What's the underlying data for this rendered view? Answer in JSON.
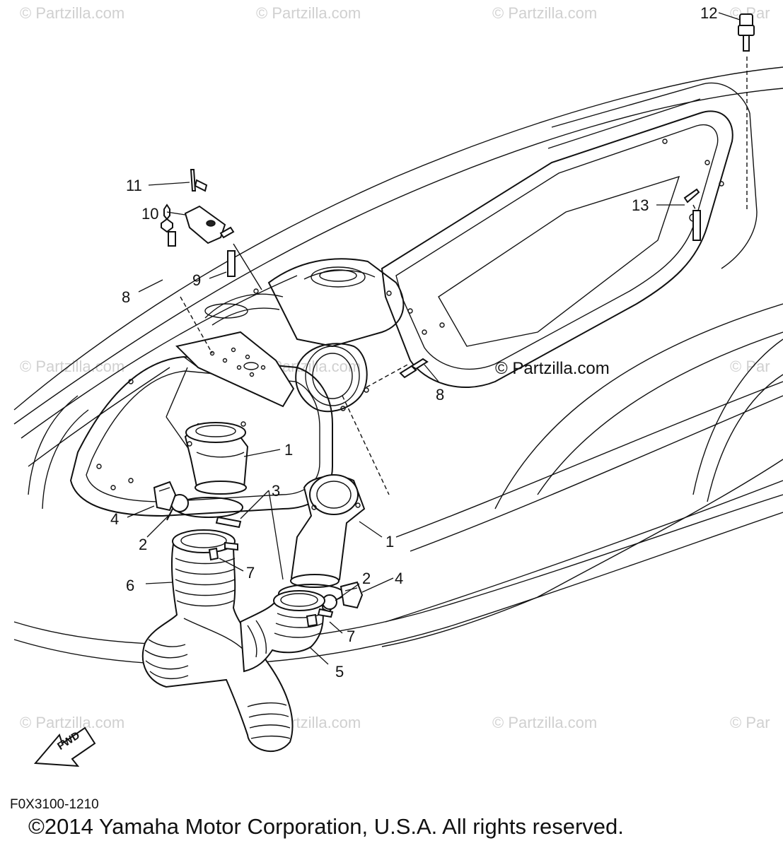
{
  "diagram": {
    "watermark": "© Partzilla.com",
    "watermark_partial": "© Par",
    "center_watermark": "© Partzilla.com",
    "drawing_code": "F0X3100-1210",
    "copyright": "©2014  Yamaha Motor Corporation, U.S.A. All rights reserved.",
    "fwd_label": "FWD",
    "callouts": {
      "c1a": "1",
      "c1b": "1",
      "c2a": "2",
      "c2b": "2",
      "c3": "3",
      "c4a": "4",
      "c4b": "4",
      "c5": "5",
      "c6": "6",
      "c7a": "7",
      "c7b": "7",
      "c8a": "8",
      "c8b": "8",
      "c9": "9",
      "c10": "10",
      "c11": "11",
      "c12": "12",
      "c13": "13"
    }
  }
}
